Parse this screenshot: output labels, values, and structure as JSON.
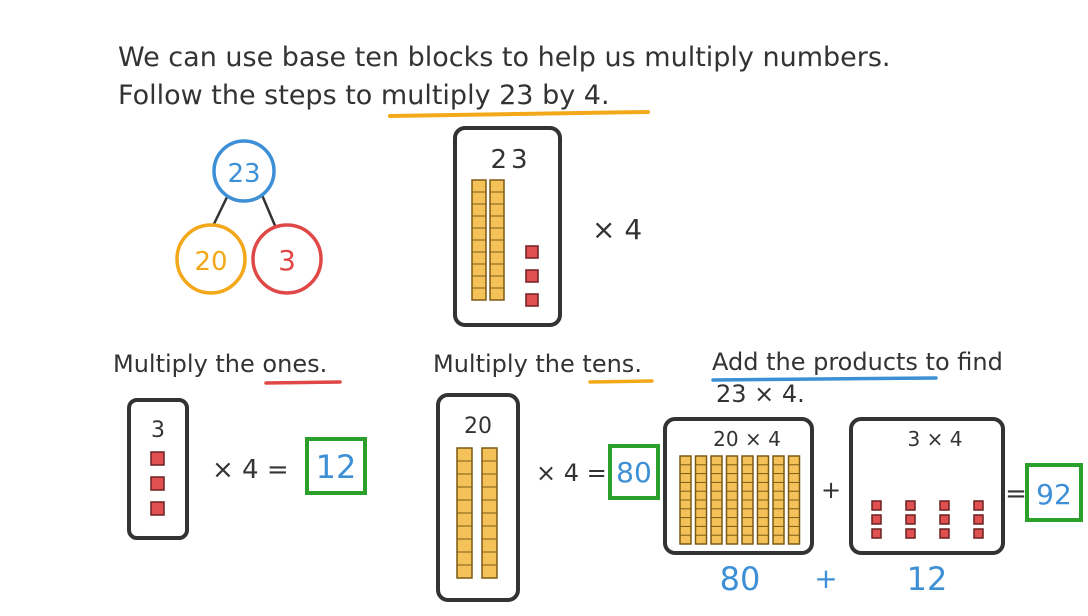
{
  "intro": {
    "line1": "We can use base ten blocks to help us multiply numbers.",
    "line2_prefix": "Follow the steps to ",
    "line2_highlight": "multiply 23 by 4",
    "line2_end": "."
  },
  "partition": {
    "whole": "23",
    "tens": "20",
    "ones": "3"
  },
  "model": {
    "label": "23",
    "multiplier": "× 4",
    "tens_rods": 2,
    "ones_cubes": 3
  },
  "step_ones": {
    "heading_prefix": "Multiply the ",
    "heading_highlight": "ones",
    "heading_end": ".",
    "label": "3",
    "cubes": 3,
    "operation": "× 4 =",
    "result": "12"
  },
  "step_tens": {
    "heading_prefix": "Multiply the ",
    "heading_highlight": "tens",
    "heading_end": ".",
    "label": "20",
    "rods": 2,
    "operation": "× 4 =",
    "result": "80"
  },
  "step_add": {
    "heading_highlight1": "Add the products",
    "heading_mid": " to find",
    "heading_line2": "23 × 4.",
    "box1_label": "20 × 4",
    "box1_rods": 8,
    "plus": "+",
    "box2_label": "3 × 4",
    "box2_groups": 4,
    "box2_cubes_per_group": 3,
    "equals": "=",
    "result": "92",
    "sum_left": "80",
    "sum_plus": "+",
    "sum_right": "12"
  },
  "colors": {
    "ink": "#333333",
    "blue": "#3d8fd6",
    "orange": "#f2a818",
    "red": "#e04848",
    "green": "#2aa02a",
    "rod_fill": "#f5c25a",
    "rod_stroke": "#7a5a14",
    "cube_fill": "#e05050",
    "cube_stroke": "#6a2020"
  }
}
